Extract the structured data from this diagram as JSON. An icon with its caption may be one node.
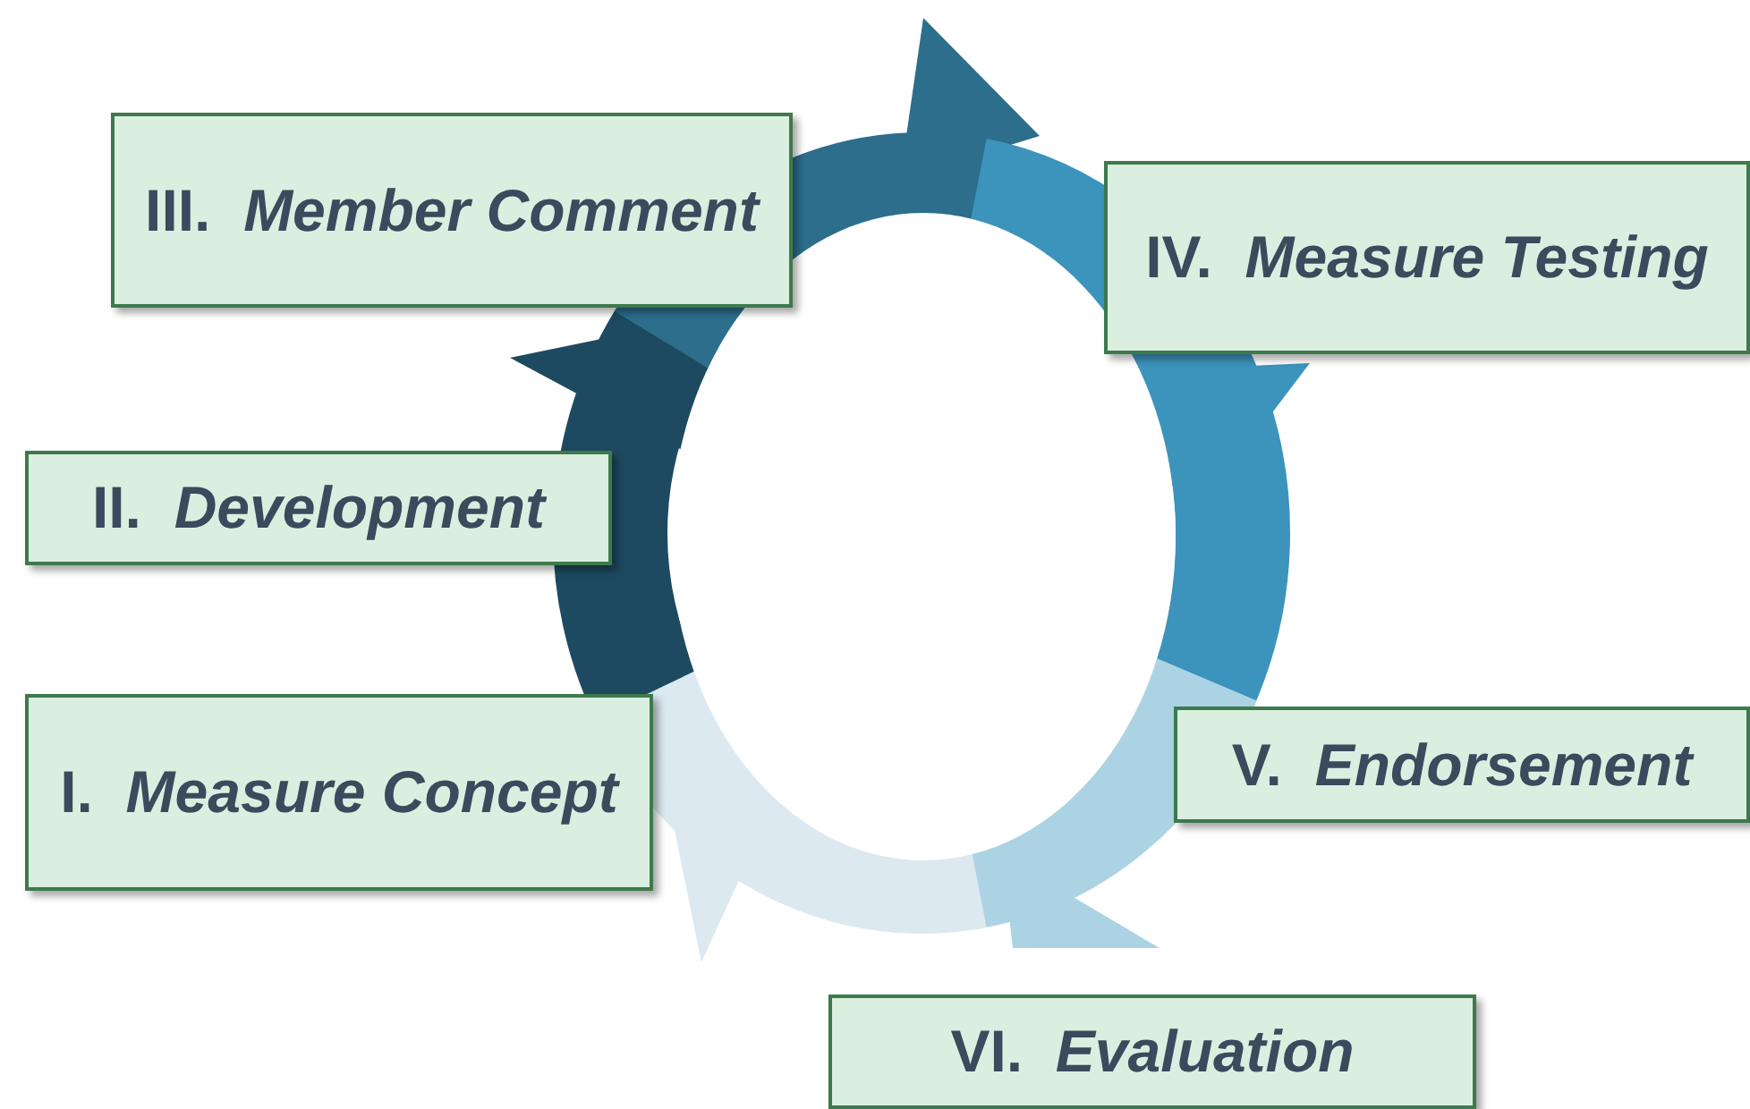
{
  "diagram": {
    "nodes": [
      {
        "text": [
          "III.  *Member Comment*"
        ]
      },
      {
        "text": [
          "IV.  *Measure Testing*"
        ]
      },
      {
        "text": [
          "II.  *Development*"
        ]
      },
      {
        "text": [
          "I.  *Measure Concept*"
        ]
      },
      {
        "text": [
          "V.  *Endorsement*"
        ]
      },
      {
        "text": [
          "VI.  *Evaluation*"
        ]
      }
    ]
  }
}
